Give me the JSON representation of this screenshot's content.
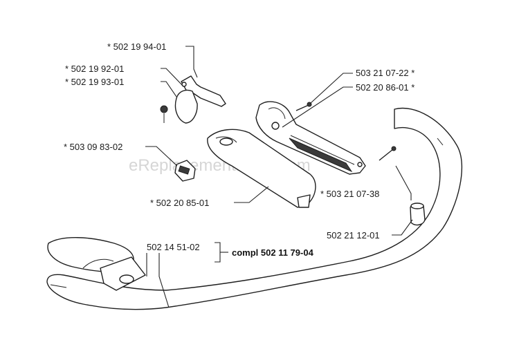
{
  "watermark": "eReplacementParts.com",
  "labels": {
    "p_502_19_94_01": "* 502 19 94-01",
    "p_502_19_92_01": "* 502 19 92-01",
    "p_502_19_93_01": "* 502 19 93-01",
    "p_503_21_07_22": "503 21 07-22 *",
    "p_502_20_86_01": "502 20 86-01 *",
    "p_503_09_83_02": "* 503 09 83-02",
    "p_503_21_07_38": "* 503 21 07-38",
    "p_502_20_85_01": "* 502 20 85-01",
    "p_502_21_12_01": "502 21 12-01",
    "p_502_14_51_02": "502 14 51-02",
    "compl": "compl 502 11 79-04"
  }
}
